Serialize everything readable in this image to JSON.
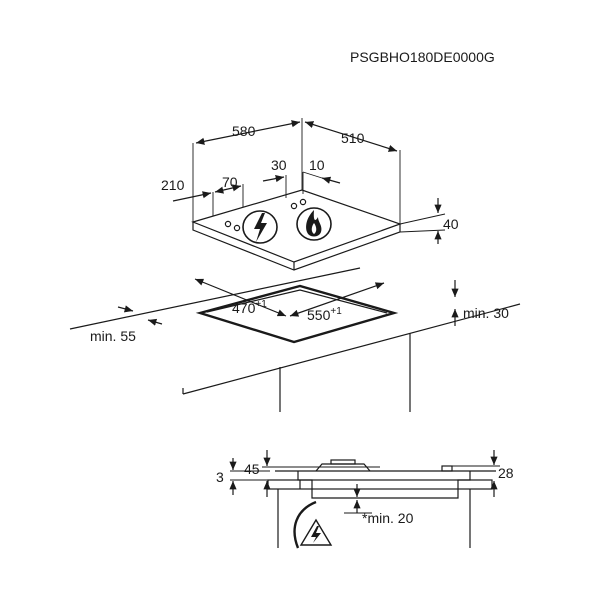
{
  "model_code": "PSGBHO180DE0000G",
  "hob_top": {
    "width": "580",
    "depth": "510",
    "side_offset": "210",
    "knob_offset": "70",
    "gap_a": "30",
    "gap_b": "10",
    "height": "40"
  },
  "cutout": {
    "width": "470",
    "width_tol": "+1",
    "depth": "550",
    "depth_tol": "+1",
    "min_front": "min. 55",
    "min_back": "min. 30"
  },
  "section": {
    "dim_top": "45",
    "dim_gap": "3",
    "dim_right": "28",
    "min_below": "*min. 20"
  },
  "icons": [
    "electric-hazard-icon",
    "gas-flame-icon"
  ]
}
